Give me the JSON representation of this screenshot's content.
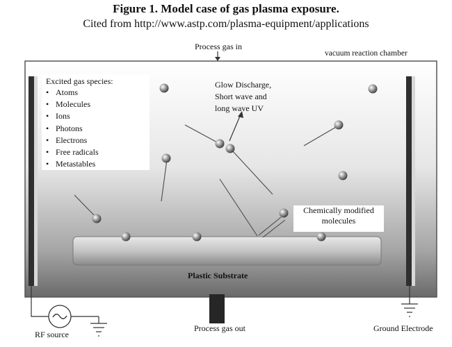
{
  "figure": {
    "title": "Figure 1. Model case of gas plasma exposure.",
    "citation": "Cited from http://www.astp.com/plasma-equipment/applications"
  },
  "labels": {
    "process_gas_in": "Process gas in",
    "chamber": "vacuum reaction chamber",
    "glow_line1": "Glow Discharge,",
    "glow_line2": "Short wave and",
    "glow_line3": "long wave UV",
    "chem_line1": "Chemically modified",
    "chem_line2": "molecules",
    "substrate": "Plastic Substrate",
    "process_gas_out": "Process gas out",
    "rf_source": "RF source",
    "ground_electrode": "Ground Electrode"
  },
  "species": {
    "title": "Excited gas species:",
    "items": [
      "Atoms",
      "Molecules",
      "Ions",
      "Photons",
      "Electrons",
      "Free radicals",
      "Metastables"
    ]
  },
  "colors": {
    "chamber_top": "#ffffff",
    "chamber_bottom": "#6a6a6a",
    "electrode": "#3a3a3a",
    "substrate": "#bdbdbd",
    "particle": "#7c7c7c"
  }
}
